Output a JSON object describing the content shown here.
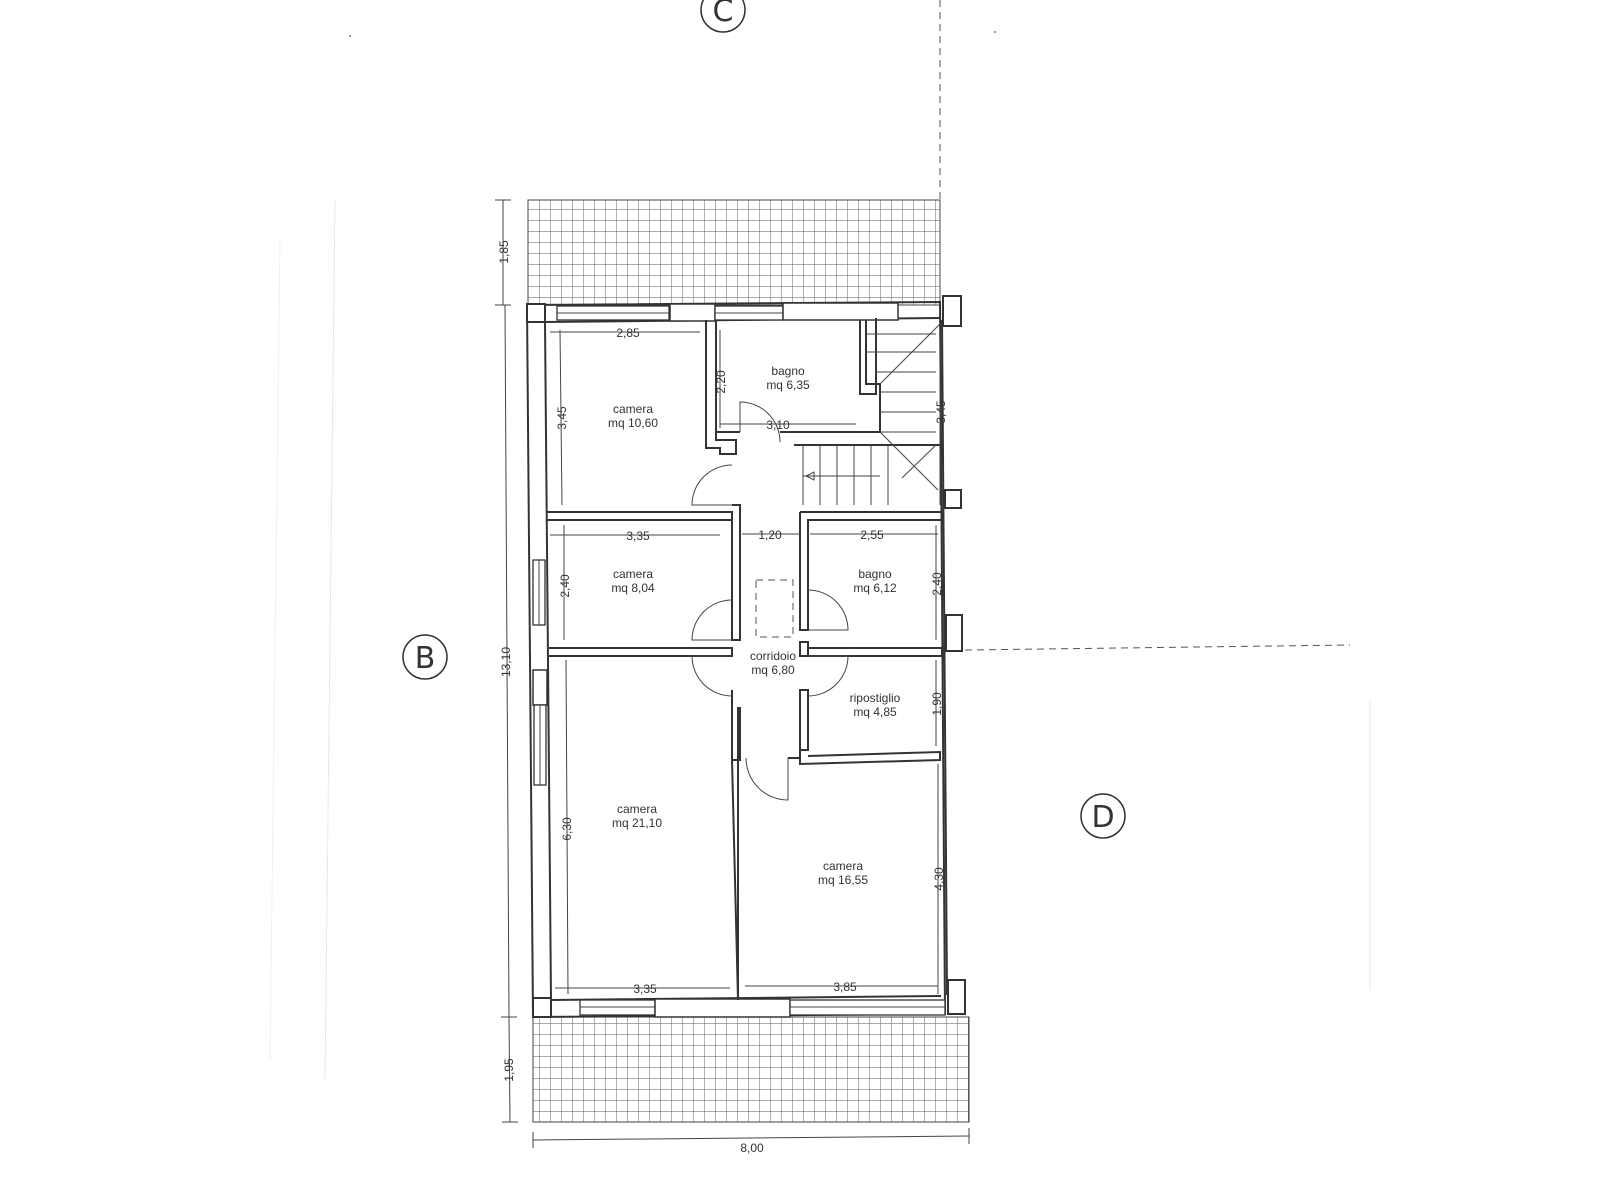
{
  "markers": {
    "c": "C",
    "b": "B",
    "d": "D"
  },
  "rooms": {
    "camera_top_left": {
      "name": "camera",
      "area": "mq 10,60"
    },
    "bagno_top": {
      "name": "bagno",
      "area": "mq 6,35"
    },
    "camera_mid_left": {
      "name": "camera",
      "area": "mq 8,04"
    },
    "bagno_mid": {
      "name": "bagno",
      "area": "mq 6,12"
    },
    "corridoio": {
      "name": "corridoio",
      "area": "mq 6,80"
    },
    "ripostiglio": {
      "name": "ripostiglio",
      "area": "mq 4,85"
    },
    "camera_bottom_left": {
      "name": "camera",
      "area": "mq 21,10"
    },
    "camera_bottom_right": {
      "name": "camera",
      "area": "mq 16,55"
    }
  },
  "dimensions": {
    "terrace_top": "1,85",
    "total_height": "13,10",
    "terrace_bottom": "1,95",
    "total_width": "8,00",
    "camera_top_left_width": "2,85",
    "camera_top_left_height": "3,45",
    "bagno_top_height": "2,20",
    "bagno_top_width": "3,10",
    "stair_height": "3,45",
    "camera_mid_left_width": "3,35",
    "corridor_width": "1,20",
    "bagno_mid_width": "2,55",
    "camera_mid_left_height": "2,40",
    "bagno_mid_height": "2,40",
    "ripostiglio_height": "1,90",
    "camera_bottom_left_height": "6,30",
    "camera_bottom_right_height": "4,30",
    "camera_bottom_left_width": "3,35",
    "camera_bottom_right_width": "3,85"
  }
}
